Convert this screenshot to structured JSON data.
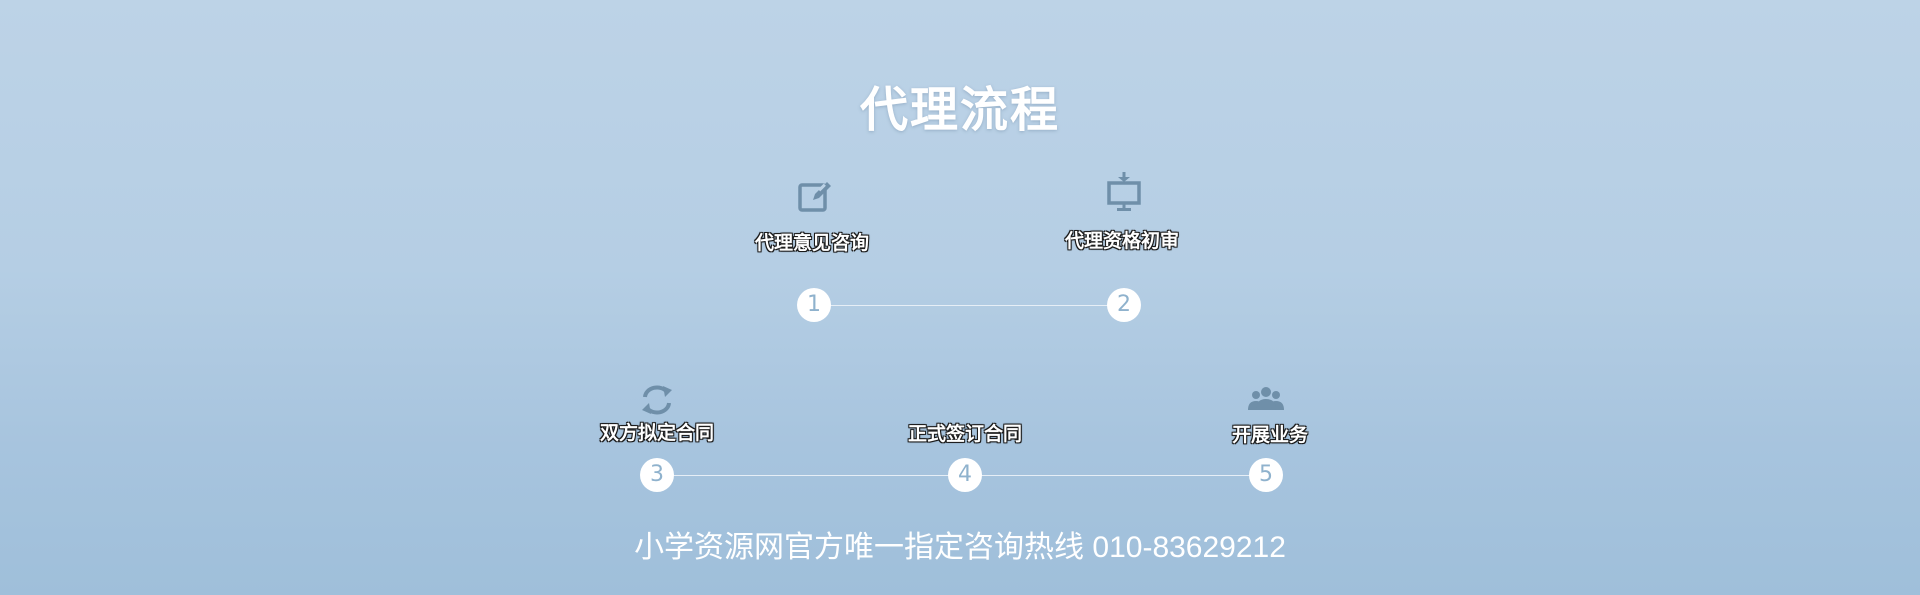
{
  "title": "代理流程",
  "steps": [
    {
      "number": "1",
      "label": "代理意见咨询",
      "icon": "edit-icon"
    },
    {
      "number": "2",
      "label": "代理资格初审",
      "icon": "monitor-download-icon"
    },
    {
      "number": "3",
      "label": "双方拟定合同",
      "icon": "refresh-icon"
    },
    {
      "number": "4",
      "label": "正式签订合同",
      "icon": ""
    },
    {
      "number": "5",
      "label": "开展业务",
      "icon": "users-icon"
    }
  ],
  "hotline": "小学资源网官方唯一指定咨询热线 010-83629212",
  "colors": {
    "background_top": "#bdd3e7",
    "background_bottom": "#9fbfda",
    "icon": "#6f8fa9",
    "number": "#8fb2cd",
    "text": "#ffffff"
  }
}
